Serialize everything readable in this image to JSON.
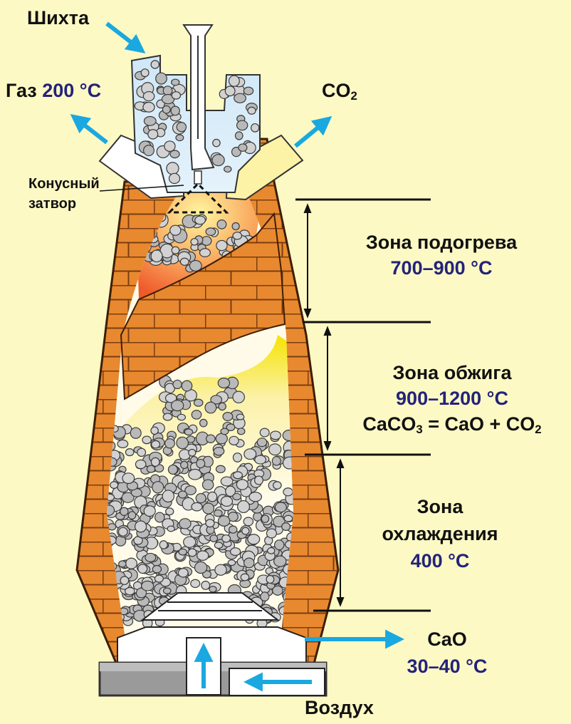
{
  "labels": {
    "charge": "Шихта",
    "gas": "Газ",
    "gas_temp": "200 °C",
    "co2_base": "CO",
    "co2_sub": "2",
    "cone_valve_line1": "Конусный",
    "cone_valve_line2": "затвор",
    "air": "Воздух"
  },
  "zones": {
    "preheat": {
      "title": "Зона подогрева",
      "temp": "700–900 °C"
    },
    "burn": {
      "title": "Зона обжига",
      "temp": "900–1200 °C",
      "eq_a": "CaCO",
      "eq_a_sub": "3",
      "eq_b": " = CaO + CO",
      "eq_b_sub": "2"
    },
    "cool": {
      "title_line1": "Зона",
      "title_line2": "охлаждения",
      "temp": "400 °C"
    }
  },
  "output": {
    "product": "CaO",
    "temp": "30–40 °C"
  },
  "colors": {
    "background": "#fdf9c4",
    "brick": "#e8892f",
    "mortar": "#7a3d12",
    "arrow": "#1aa8e0",
    "temperature_text": "#23237a"
  }
}
